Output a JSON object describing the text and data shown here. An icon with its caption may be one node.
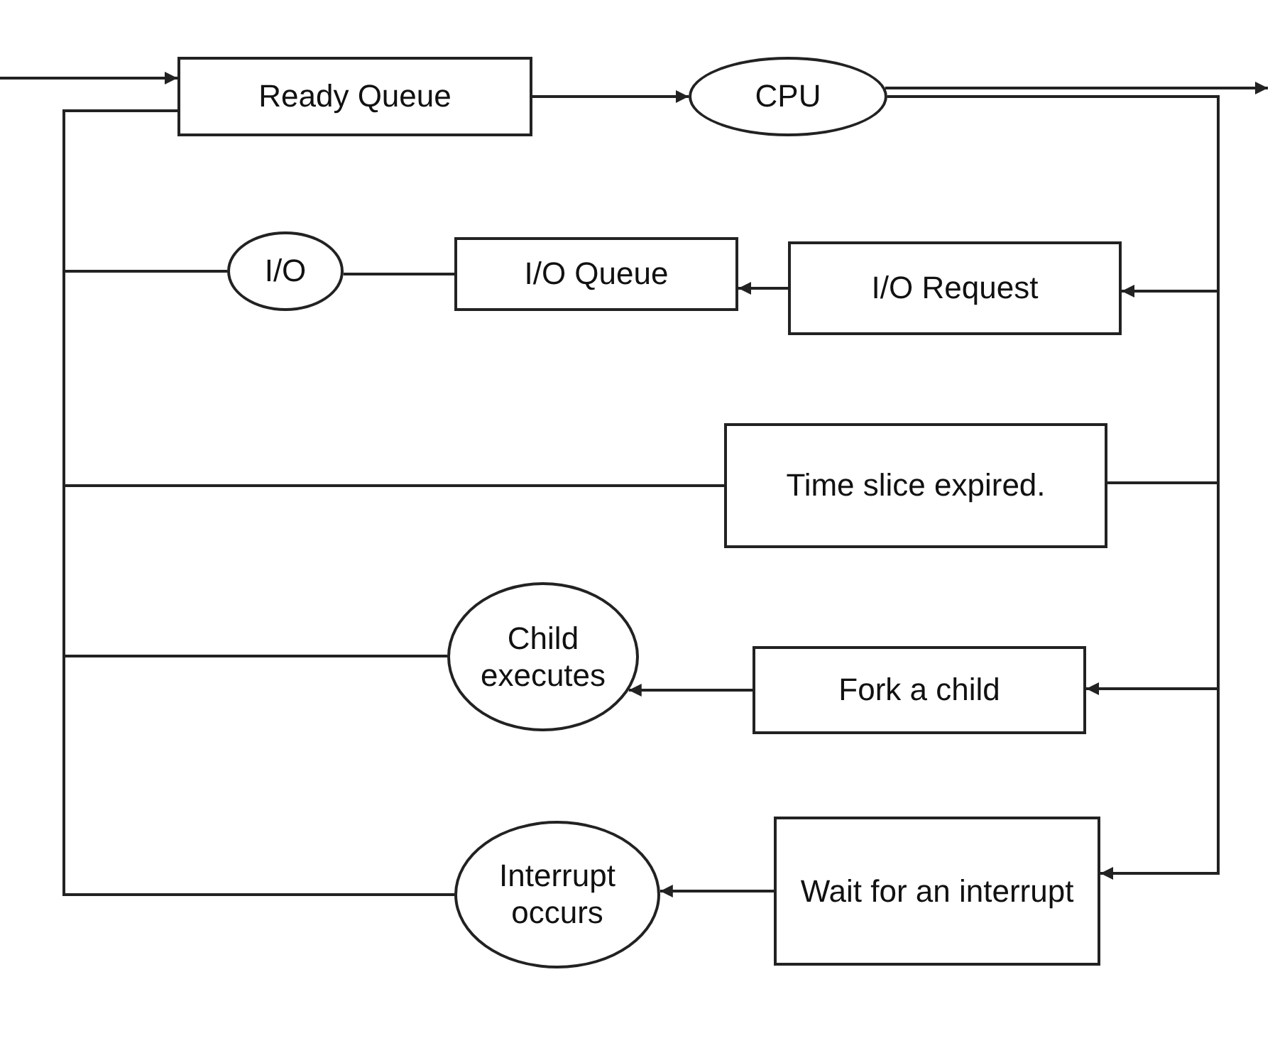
{
  "diagram": {
    "nodes": [
      {
        "text": [
          "Ready Queue"
        ]
      },
      {
        "text": [
          "CPU"
        ]
      },
      {
        "text": [
          "I/O"
        ]
      },
      {
        "text": [
          "I/O Queue"
        ]
      },
      {
        "text": [
          "I/O Request"
        ]
      },
      {
        "text": [
          "Time slice expired."
        ]
      },
      {
        "text": [
          "Child executes"
        ]
      },
      {
        "text": [
          "Fork a child"
        ]
      },
      {
        "text": [
          "Interrupt occurs"
        ]
      },
      {
        "text": [
          "Wait for an interrupt"
        ]
      }
    ],
    "edges": [
      {
        "from": null,
        "to": 0,
        "arrow": "to"
      },
      {
        "from": 0,
        "to": 1,
        "arrow": "to"
      },
      {
        "from": 1,
        "to": null,
        "arrow": "to"
      },
      {
        "from": 1,
        "to": 4,
        "arrow": "to"
      },
      {
        "from": 1,
        "to": 5,
        "arrow": "none"
      },
      {
        "from": 1,
        "to": 7,
        "arrow": "to"
      },
      {
        "from": 1,
        "to": 9,
        "arrow": "to"
      },
      {
        "from": 4,
        "to": 3,
        "arrow": "to"
      },
      {
        "from": 3,
        "to": 2,
        "arrow": "none"
      },
      {
        "from": 2,
        "to": 0,
        "arrow": "none"
      },
      {
        "from": 5,
        "to": 0,
        "arrow": "none"
      },
      {
        "from": 6,
        "to": 0,
        "arrow": "none"
      },
      {
        "from": 8,
        "to": 0,
        "arrow": "none"
      },
      {
        "from": 7,
        "to": 6,
        "arrow": "to"
      },
      {
        "from": 9,
        "to": 8,
        "arrow": "to"
      }
    ]
  }
}
